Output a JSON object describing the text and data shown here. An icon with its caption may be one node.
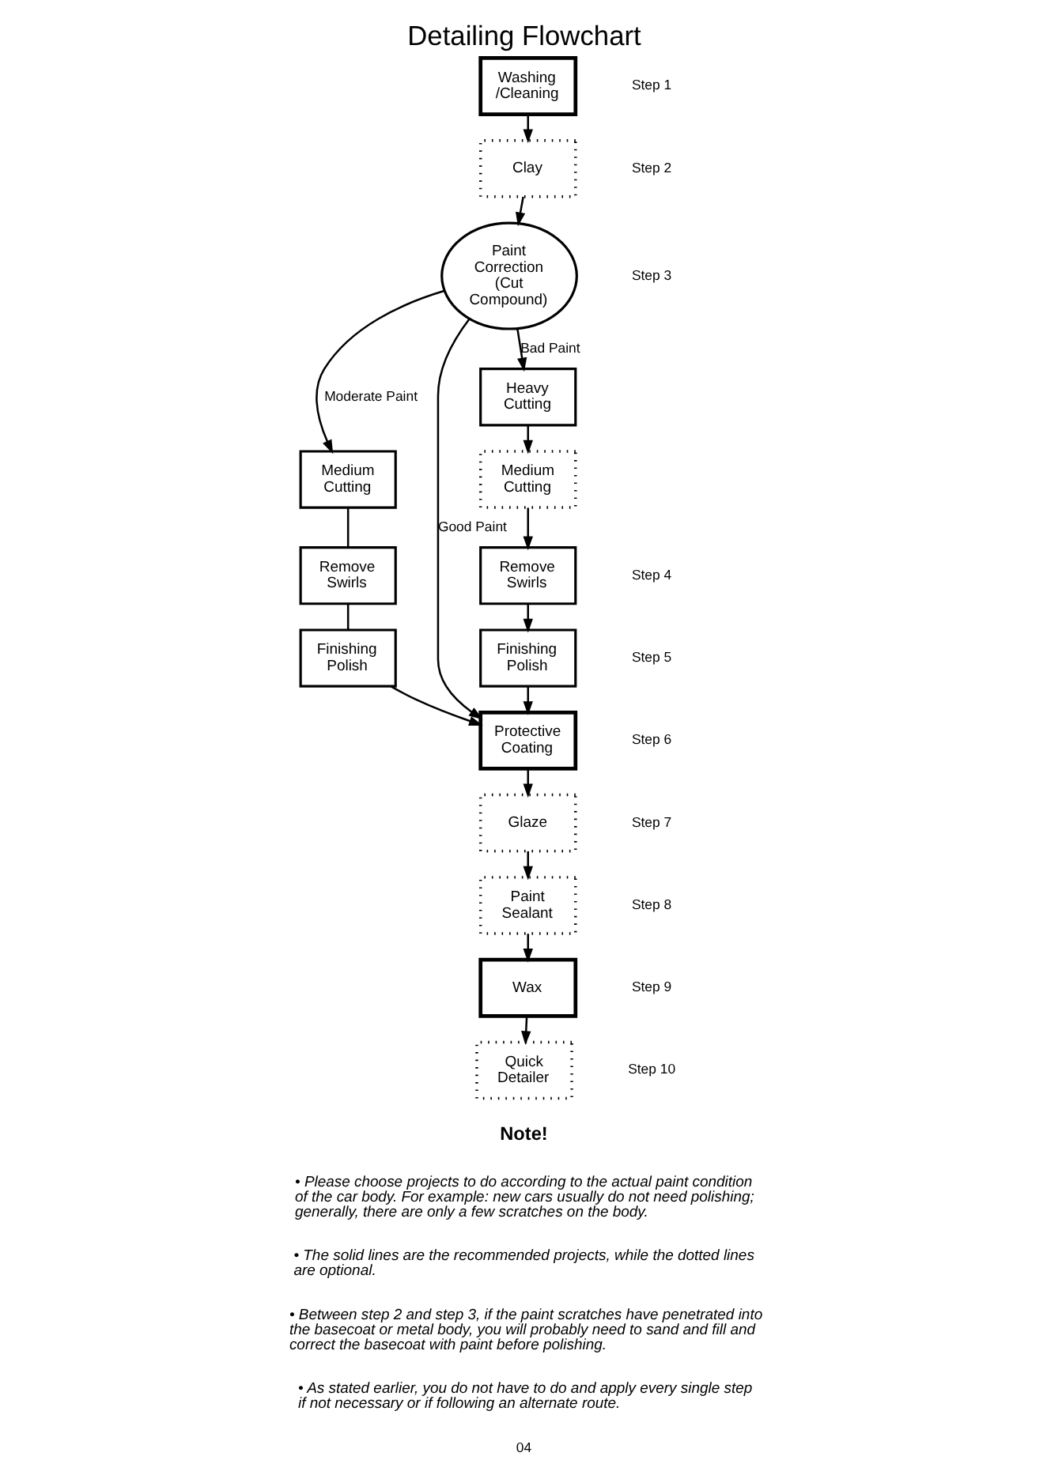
{
  "diagram": {
    "title": "Detailing Flowchart",
    "nodes": [
      {
        "text": [
          "Washing /Cleaning"
        ]
      },
      {
        "text": [
          "Clay"
        ]
      },
      {
        "text": [
          "Paint Correction (Cut Compound)"
        ]
      },
      {
        "text": [
          "Heavy Cutting"
        ]
      },
      {
        "text": [
          "Medium Cutting"
        ]
      },
      {
        "text": [
          "Remove Swirls"
        ]
      },
      {
        "text": [
          "Finishing Polish"
        ]
      },
      {
        "text": [
          "Medium Cutting"
        ]
      },
      {
        "text": [
          "Remove Swirls"
        ]
      },
      {
        "text": [
          "Finishing Polish"
        ]
      },
      {
        "text": [
          "Protective Coating"
        ]
      },
      {
        "text": [
          "Glaze"
        ]
      },
      {
        "text": [
          "Paint Sealant"
        ]
      },
      {
        "text": [
          "Wax"
        ]
      },
      {
        "text": [
          "Quick Detailer"
        ]
      }
    ],
    "edges": [
      {
        "from": 0,
        "to": 1,
        "arrow": "to"
      },
      {
        "from": 1,
        "to": 2,
        "arrow": "to"
      },
      {
        "from": 2,
        "to": 3,
        "arrow": "to",
        "label": "Bad Paint"
      },
      {
        "from": 3,
        "to": 4,
        "arrow": "to"
      },
      {
        "from": 4,
        "to": 5,
        "arrow": "to"
      },
      {
        "from": 5,
        "to": 6,
        "arrow": "to"
      },
      {
        "from": 6,
        "to": 10,
        "arrow": "to"
      },
      {
        "from": 2,
        "to": 7,
        "arrow": "to",
        "label": "Moderate Paint"
      },
      {
        "from": 7,
        "to": 8,
        "arrow": "none"
      },
      {
        "from": 8,
        "to": 9,
        "arrow": "none"
      },
      {
        "from": 9,
        "to": 10,
        "arrow": "to"
      },
      {
        "from": 2,
        "to": 10,
        "arrow": "to",
        "label": "Good Paint"
      },
      {
        "from": 10,
        "to": 11,
        "arrow": "to"
      },
      {
        "from": 11,
        "to": 12,
        "arrow": "to"
      },
      {
        "from": 12,
        "to": 13,
        "arrow": "to"
      },
      {
        "from": 13,
        "to": 14,
        "arrow": "to"
      }
    ],
    "labels": [
      "Step 1",
      "Step 2",
      "Step 3",
      "Step 4",
      "Step 5",
      "Step 6",
      "Step 7",
      "Step 8",
      "Step 9",
      "Step 10",
      "Note!",
      "• Please choose projects to do according to the actual paint condition of the car body. For example: new cars usually do not need polishing; generally, there are only a few scratches on the body.",
      "• The solid lines are the recommended projects, while the dotted lines are optional.",
      "• Between step 2 and step 3, if the paint scratches have penetrated into the basecoat or metal body, you will probably need to sand and fill and correct the basecoat with paint before polishing.",
      "• As stated earlier, you do not have to do and apply every single step if not necessary or if following an alternate route.",
      "04"
    ]
  }
}
